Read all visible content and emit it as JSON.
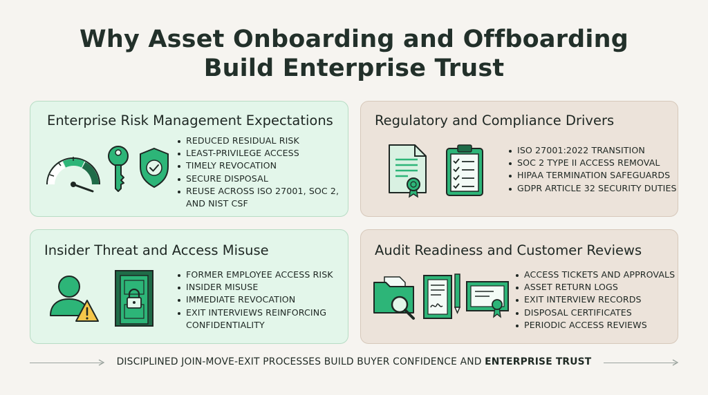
{
  "title": {
    "line1": "Why Asset Onboarding and Offboarding",
    "line2": "Build Enterprise Trust"
  },
  "cards": {
    "risk": {
      "title": "Enterprise Risk Management Expectations",
      "items": [
        "REDUCED RESIDUAL RISK",
        "LEAST-PRIVILEGE ACCESS",
        "TIMELY REVOCATION",
        "SECURE DISPOSAL",
        "REUSE ACROSS ISO 27001, SOC 2,",
        "AND NIST CSF"
      ],
      "icons": [
        "gauge-icon",
        "key-icon",
        "shield-check-icon"
      ]
    },
    "regulatory": {
      "title": "Regulatory and Compliance Drivers",
      "items": [
        "ISO 27001:2022 TRANSITION",
        "SOC 2 TYPE II ACCESS REMOVAL",
        "HIPAA TERMINATION SAFEGUARDS",
        "GDPR ARTICLE 32 SECURITY DUTIES"
      ],
      "icons": [
        "certificate-document-icon",
        "checklist-clipboard-icon"
      ]
    },
    "insider": {
      "title": "Insider Threat and Access Misuse",
      "items": [
        "FORMER EMPLOYEE ACCESS RISK",
        "INSIDER MISUSE",
        "IMMEDIATE REVOCATION",
        "EXIT INTERVIEWS REINFORCING",
        "CONFIDENTIALITY"
      ],
      "icons": [
        "user-warning-icon",
        "locked-door-icon"
      ]
    },
    "audit": {
      "title": "Audit Readiness and Customer Reviews",
      "items": [
        "ACCESS TICKETS AND APPROVALS",
        "ASSET RETURN LOGS",
        "EXIT INTERVIEW RECORDS",
        "DISPOSAL CERTIFICATES",
        "PERIODIC ACCESS REVIEWS"
      ],
      "icons": [
        "folder-search-icon",
        "signed-document-icon",
        "certificate-icon"
      ]
    }
  },
  "footer": {
    "text": "DISCIPLINED JOIN-MOVE-EXIT PROCESSES BUILD BUYER CONFIDENCE AND ",
    "emphasis": "ENTERPRISE TRUST"
  },
  "colors": {
    "green_card": "#e3f6ea",
    "tan_card": "#ece3da",
    "accent_green": "#2db578",
    "dark_green": "#1f6b48"
  }
}
